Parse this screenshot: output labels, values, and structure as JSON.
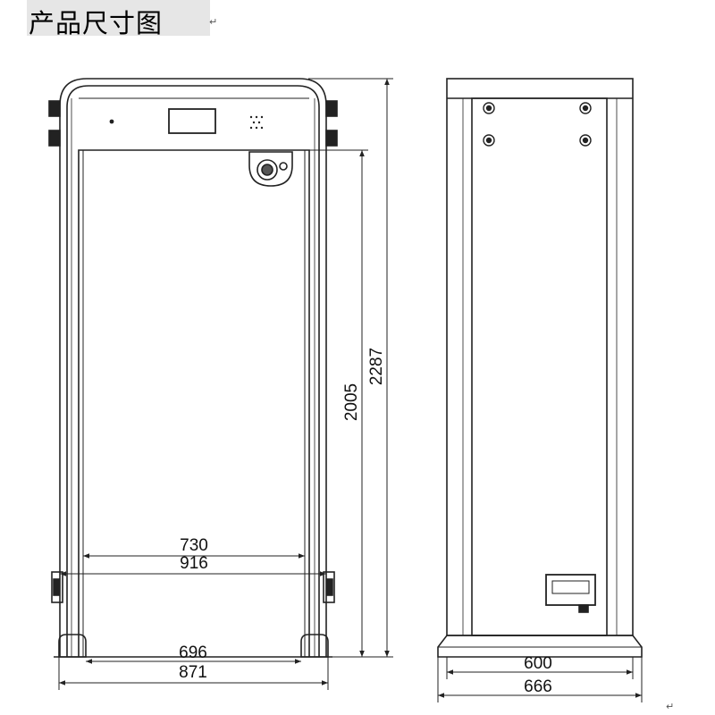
{
  "title": "产品尺寸图",
  "para_mark": "↵",
  "front_view": {
    "dims": {
      "inner_width_top": "730",
      "outer_width_top": "916",
      "inner_width_bottom": "696",
      "outer_width_bottom": "871",
      "inner_height": "2005",
      "total_height": "2287"
    }
  },
  "side_view": {
    "dims": {
      "inner_depth": "600",
      "outer_depth": "666"
    }
  }
}
